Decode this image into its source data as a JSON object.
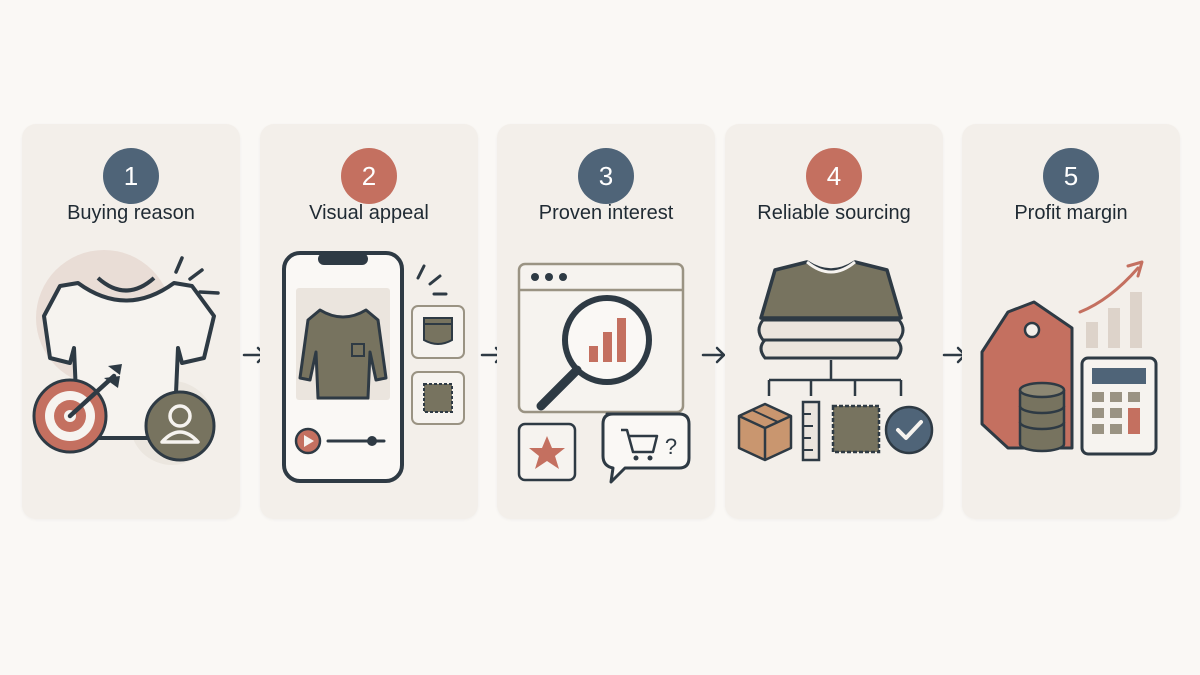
{
  "colors": {
    "background": "#faf8f5",
    "card": "#f3efea",
    "navy": "#4f6478",
    "terracotta": "#c47060",
    "olive": "#77735f",
    "outline": "#2e3a44",
    "text": "#1f2a33"
  },
  "steps": [
    {
      "number": "1",
      "title": "Buying reason",
      "badge_color": "#4f6478",
      "icons": [
        "t-shirt-icon",
        "target-icon",
        "user-icon"
      ]
    },
    {
      "number": "2",
      "title": "Visual appeal",
      "badge_color": "#c47060",
      "icons": [
        "phone-icon",
        "sweater-icon",
        "pocket-swatch-icon",
        "fabric-swatch-icon",
        "play-icon"
      ]
    },
    {
      "number": "3",
      "title": "Proven interest",
      "badge_color": "#4f6478",
      "icons": [
        "browser-window-icon",
        "magnifier-chart-icon",
        "star-icon",
        "cart-question-icon"
      ]
    },
    {
      "number": "4",
      "title": "Reliable sourcing",
      "badge_color": "#c47060",
      "icons": [
        "folded-sweaters-icon",
        "box-icon",
        "ruler-icon",
        "fabric-swatch-icon",
        "check-icon"
      ]
    },
    {
      "number": "5",
      "title": "Profit margin",
      "badge_color": "#4f6478",
      "icons": [
        "price-tag-icon",
        "coins-icon",
        "calculator-icon",
        "growth-chart-icon"
      ]
    }
  ],
  "connector_icon": "arrow-right-icon"
}
